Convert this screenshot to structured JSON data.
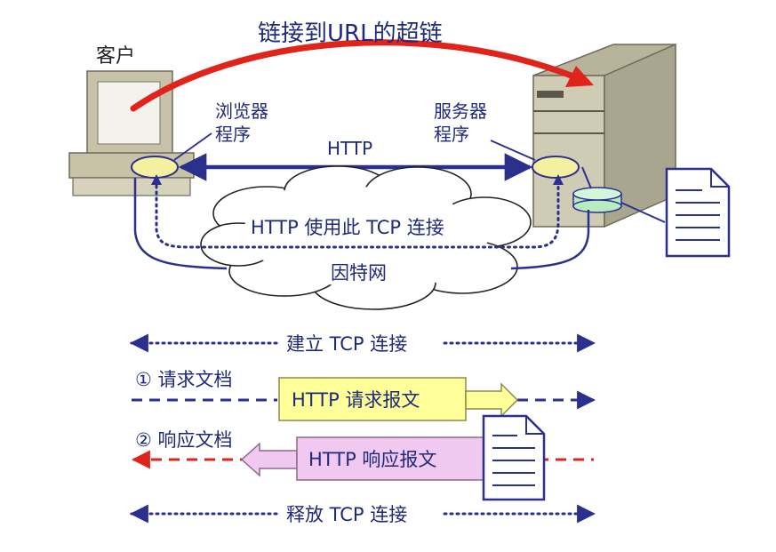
{
  "title": "链接到URL的超链",
  "client_label": "客户",
  "browser_label_line1": "浏览器",
  "browser_label_line2": "程序",
  "server_label_line1": "服务器",
  "server_label_line2": "程序",
  "http_label": "HTTP",
  "tcp_usage_label": "HTTP 使用此 TCP 连接",
  "internet_label": "因特网",
  "steps": {
    "establish": "建立 TCP 连接",
    "request_step": "① 请求文档",
    "request_message": "HTTP 请求报文",
    "response_step": "② 响应文档",
    "response_message": "HTTP 响应报文",
    "release": "释放 TCP 连接"
  },
  "colors": {
    "hyperlink_arrow": "#e0241c",
    "connection_line": "#2b2f8e",
    "request_box": "#ffff99",
    "response_box": "#f0c8f0",
    "response_dash": "#e0241c",
    "browser_ellipse": "#f5f0a0",
    "server_disk": "#b8ecc0"
  }
}
